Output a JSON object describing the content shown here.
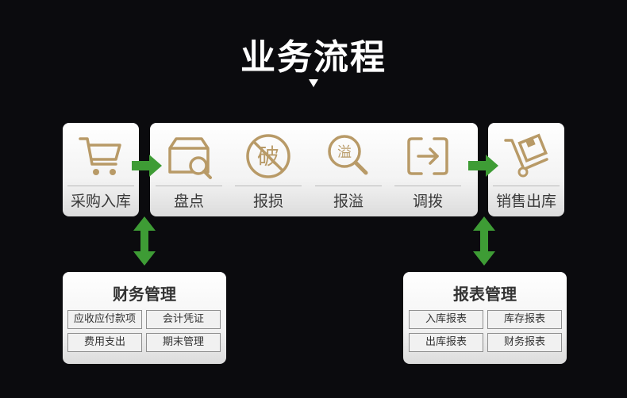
{
  "title": "业务流程",
  "steps": {
    "purchase_in": "采购入库",
    "inventory": "盘点",
    "damage": "报损",
    "overflow": "报溢",
    "transfer": "调拨",
    "sales_out": "销售出库"
  },
  "icons": {
    "cart": "shopping-cart-icon",
    "inventory": "box-search-icon",
    "damage": "broken-badge-icon",
    "overflow": "magnifier-overflow-icon",
    "transfer": "transfer-arrow-icon",
    "sales": "hand-truck-icon",
    "overflow_badge_text": "溢",
    "damage_badge_text": "破"
  },
  "finance": {
    "title": "财务管理",
    "items": [
      "应收应付款项",
      "会计凭证",
      "费用支出",
      "期末管理"
    ]
  },
  "reports": {
    "title": "报表管理",
    "items": [
      "入库报表",
      "库存报表",
      "出库报表",
      "财务报表"
    ]
  },
  "colors": {
    "accent_gold": "#b89a67",
    "arrow_green": "#3e9c35",
    "background": "#0b0b0e"
  }
}
